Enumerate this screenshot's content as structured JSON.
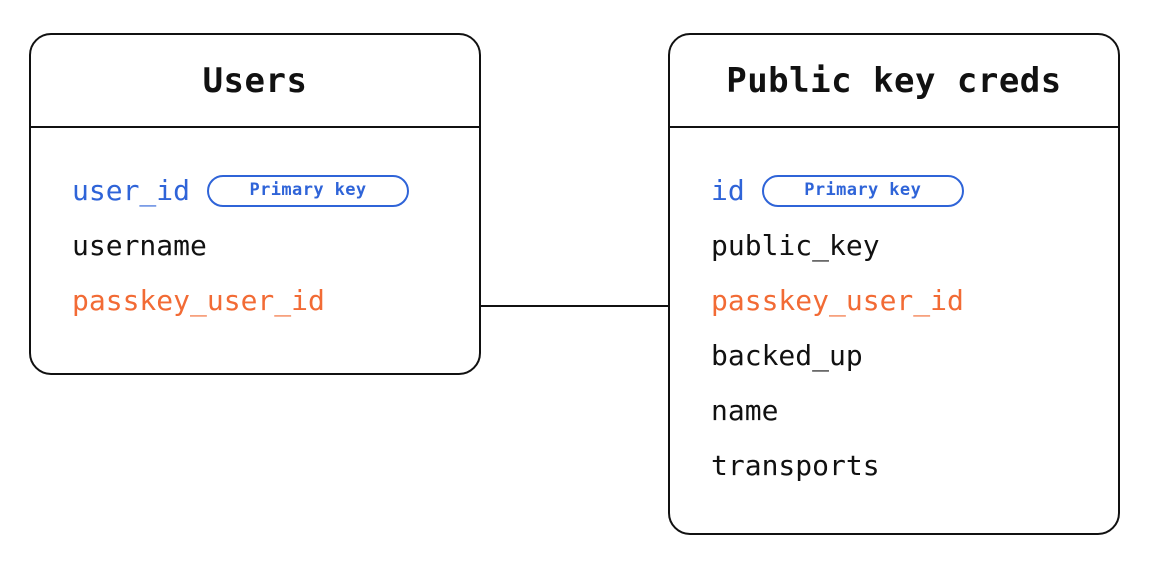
{
  "diagram": {
    "type": "entity-relationship",
    "background": "#ffffff",
    "colors": {
      "primary_key": "#2f64d8",
      "foreign_key": "#f26b35",
      "text": "#111111",
      "border": "#111111"
    },
    "entities": [
      {
        "id": "users",
        "title": "Users",
        "fields": [
          {
            "name": "user_id",
            "role": "primary",
            "badge": "Primary key"
          },
          {
            "name": "username",
            "role": "plain",
            "badge": null
          },
          {
            "name": "passkey_user_id",
            "role": "foreign",
            "badge": null
          }
        ]
      },
      {
        "id": "public-key-creds",
        "title": "Public key creds",
        "fields": [
          {
            "name": "id",
            "role": "primary",
            "badge": "Primary key"
          },
          {
            "name": "public_key",
            "role": "plain",
            "badge": null
          },
          {
            "name": "passkey_user_id",
            "role": "foreign",
            "badge": null
          },
          {
            "name": "backed_up",
            "role": "plain",
            "badge": null
          },
          {
            "name": "name",
            "role": "plain",
            "badge": null
          },
          {
            "name": "transports",
            "role": "plain",
            "badge": null
          }
        ]
      }
    ],
    "relationships": [
      {
        "from": "users.passkey_user_id",
        "to": "public-key-creds.passkey_user_id"
      }
    ]
  }
}
